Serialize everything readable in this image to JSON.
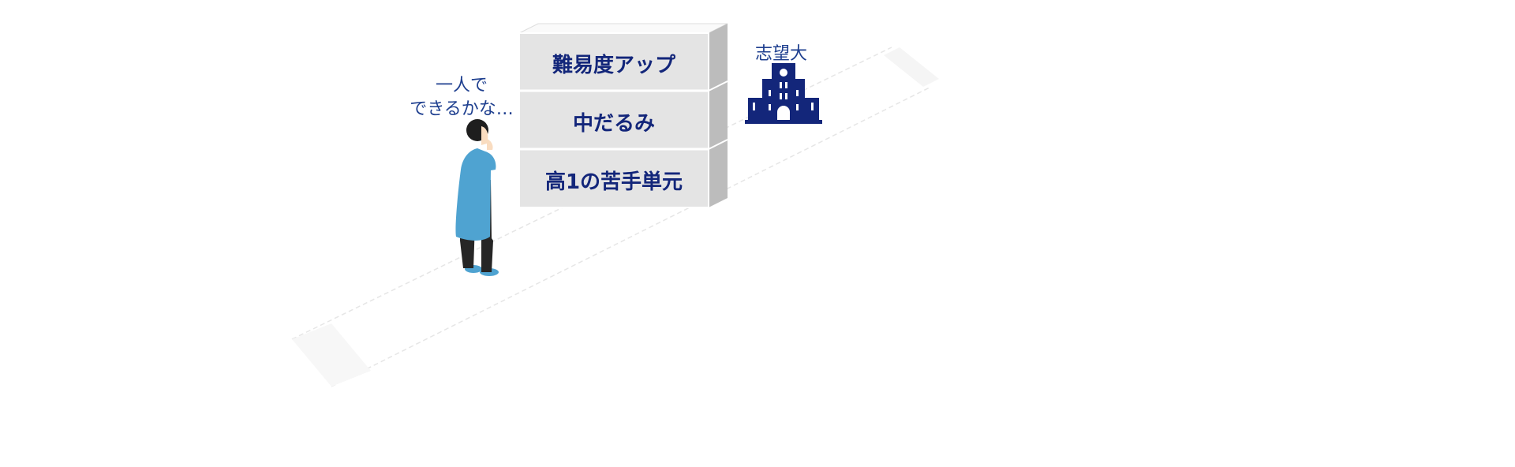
{
  "thought": {
    "line1": "一人で",
    "line2": "できるかな…"
  },
  "goal": {
    "label": "志望大",
    "icon": "university-building-icon"
  },
  "wall": {
    "rows": [
      "難易度アップ",
      "中だるみ",
      "高1の苦手単元"
    ]
  },
  "colors": {
    "navy": "#13267a",
    "shirt": "#4fa3d1",
    "pants": "#262626",
    "wall_front": "#e4e4e4",
    "wall_side": "#bcbcbc"
  }
}
